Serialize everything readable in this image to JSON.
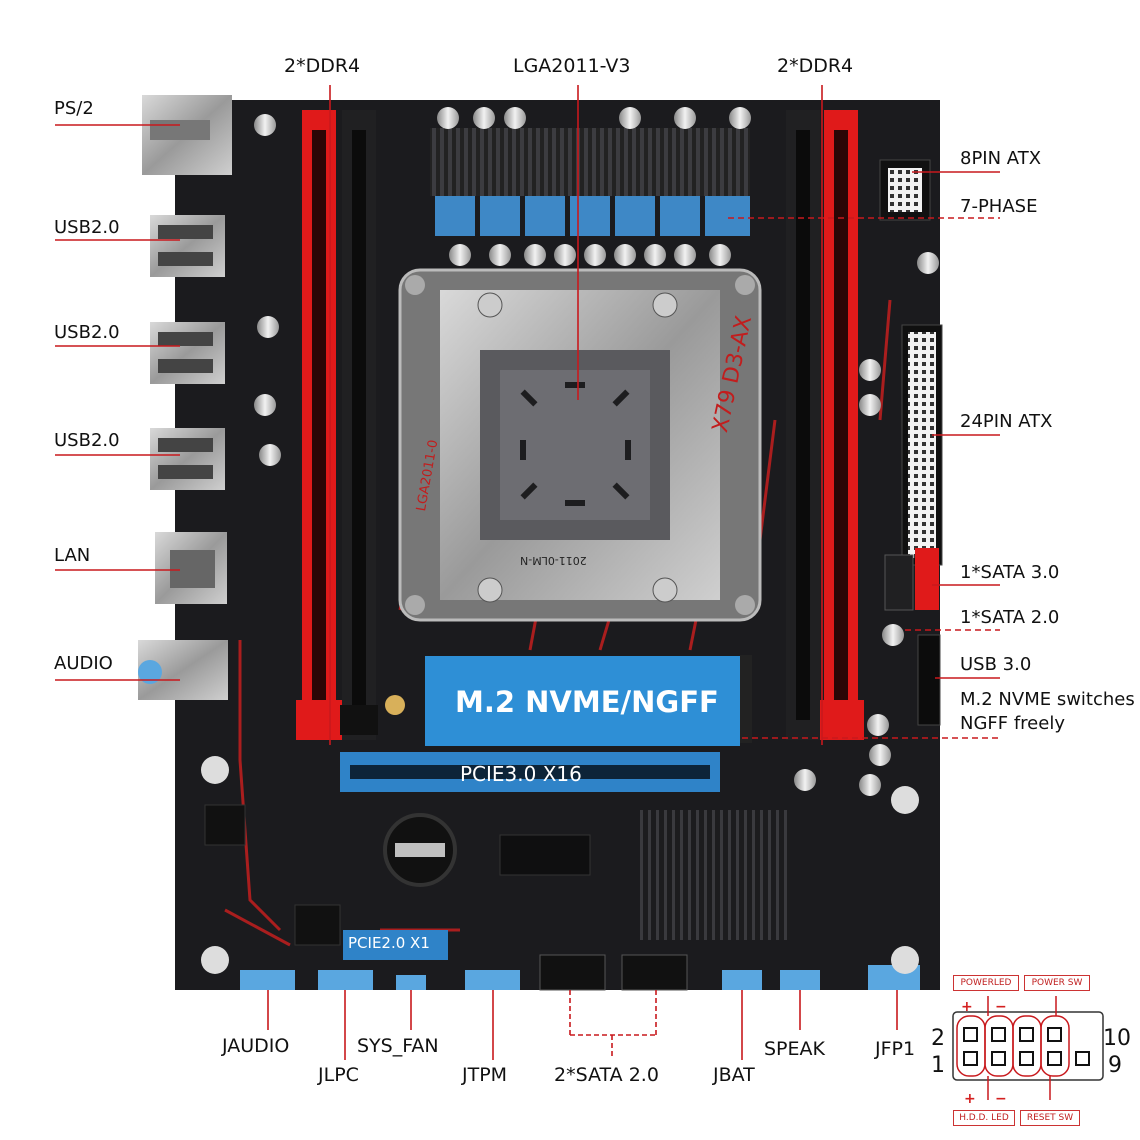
{
  "labels": {
    "ddr4_left": "2*DDR4",
    "cpu_socket": "LGA2011-V3",
    "ddr4_right": "2*DDR4",
    "ps2": "PS/2",
    "usb_1": "USB2.0",
    "usb_2": "USB2.0",
    "usb_3": "USB2.0",
    "lan": "LAN",
    "audio": "AUDIO",
    "atx8": "8PIN ATX",
    "phase": "7-PHASE",
    "atx24": "24PIN ATX",
    "sata3": "1*SATA 3.0",
    "sata2_side": "1*SATA 2.0",
    "usb30": "USB 3.0",
    "m2_note_1": "M.2 NVME switches",
    "m2_note_2": "NGFF freely",
    "jaudio": "JAUDIO",
    "jlpc": "JLPC",
    "sys_fan": "SYS_FAN",
    "jtpm": "JTPM",
    "sata2_bottom": "2*SATA 2.0",
    "jbat": "JBAT",
    "speak": "SPEAK",
    "jfp1": "JFP1"
  },
  "board": {
    "m2_slot": "M.2 NVME/NGFF",
    "pcie_x16": "PCIE3.0 X16",
    "pcie_x1": "PCIE2.0 X1",
    "silk_model": "X79 D3-AX",
    "silk_socket": "LGA2011-0",
    "silk_ilm": "2011-0LM-N"
  },
  "jfp1_diagram": {
    "power_led": "POWERLED",
    "power_sw": "POWER SW",
    "hdd_led": "H.D.D. LED",
    "reset_sw": "RESET SW",
    "pin_2": "2",
    "pin_1": "1",
    "pin_10": "10",
    "pin_9": "9"
  },
  "colors": {
    "board": "#1c1c1f",
    "dimm_red": "#e01a1a",
    "callout": "#c8191d",
    "m2_blue": "#2e8fd6",
    "pcie_blue": "#2f83c8"
  }
}
